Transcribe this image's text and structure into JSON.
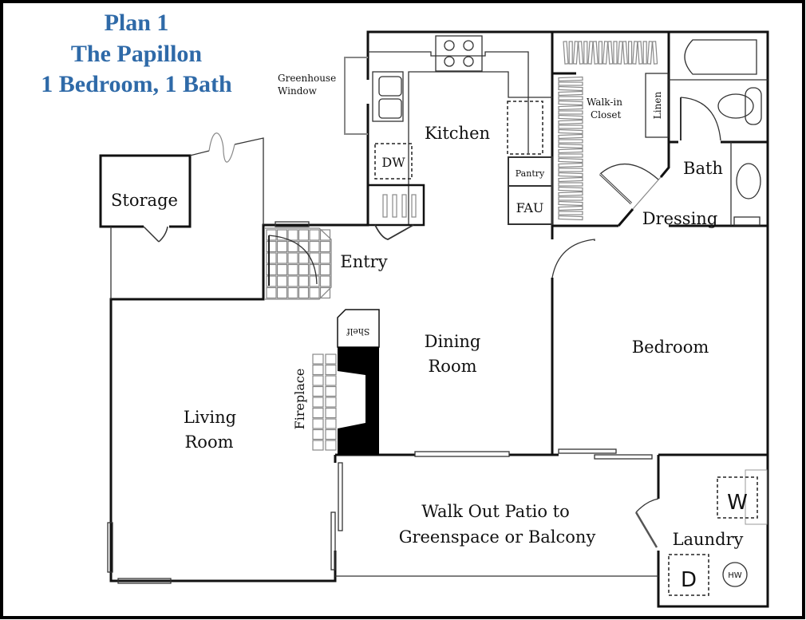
{
  "title": {
    "line1": "Plan 1",
    "line2": "The Papillon",
    "line3": "1 Bedroom, 1 Bath",
    "color": "#2f6aa8"
  },
  "rooms": {
    "storage": "Storage",
    "greenhouse_line1": "Greenhouse",
    "greenhouse_line2": "Window",
    "kitchen": "Kitchen",
    "dw": "DW",
    "pantry": "Pantry",
    "fau": "FAU",
    "closet_line1": "Walk-in",
    "closet_line2": "Closet",
    "linen": "Linen",
    "bath": "Bath",
    "dressing": "Dressing",
    "entry": "Entry",
    "shelf": "Shelf",
    "dining_line1": "Dining",
    "dining_line2": "Room",
    "bedroom": "Bedroom",
    "fireplace": "Fireplace",
    "living_line1": "Living",
    "living_line2": "Room",
    "patio_line1": "Walk Out Patio to",
    "patio_line2": "Greenspace or Balcony",
    "laundry": "Laundry",
    "washer": "W",
    "dryer": "D",
    "water_heater": "HW"
  }
}
